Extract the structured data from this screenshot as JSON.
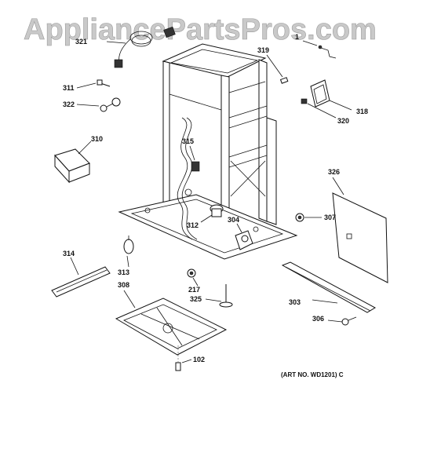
{
  "watermark": "AppliancePartsPros.com",
  "art_number": "(ART NO. WD1201) C",
  "callouts": {
    "c321": "321",
    "c1": "1",
    "c319": "319",
    "c311": "311",
    "c322": "322",
    "c318": "318",
    "c320": "320",
    "c310": "310",
    "c315": "315",
    "c326": "326",
    "c307": "307",
    "c304": "304",
    "c312": "312",
    "c314": "314",
    "c313": "313",
    "c217": "217",
    "c308": "308",
    "c325": "325",
    "c303": "303",
    "c306": "306",
    "c102": "102"
  }
}
